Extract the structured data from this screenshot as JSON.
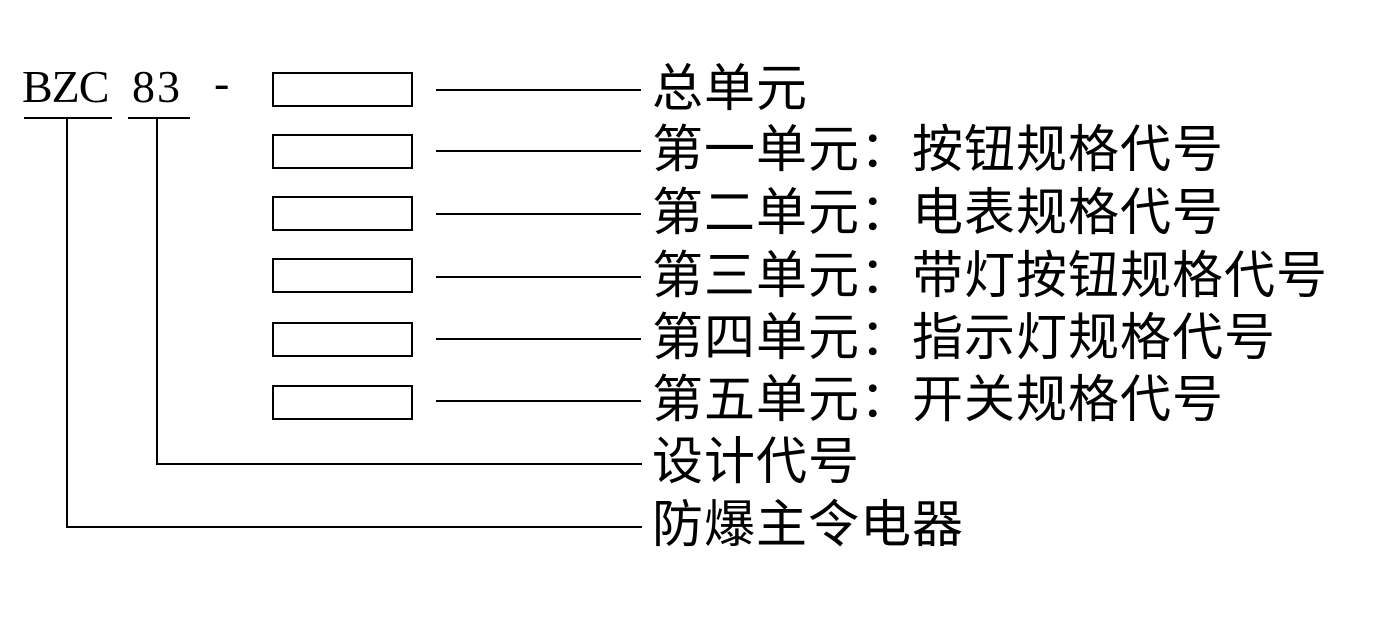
{
  "diagram": {
    "title_meaning": "model designation explanation",
    "model": {
      "prefix": "BZC",
      "design_number": "83",
      "separator": "-"
    },
    "units": [
      {
        "label": "总单元"
      },
      {
        "label": "第一单元：按钮规格代号"
      },
      {
        "label": "第二单元：电表规格代号"
      },
      {
        "label": "第三单元：带灯按钮规格代号"
      },
      {
        "label": "第四单元：指示灯规格代号"
      },
      {
        "label": "第五单元：开关规格代号"
      }
    ],
    "legend": {
      "design_code": "设计代号",
      "product_name": "防爆主令电器"
    },
    "colors": {
      "line": "#000000",
      "background": "#ffffff"
    }
  }
}
